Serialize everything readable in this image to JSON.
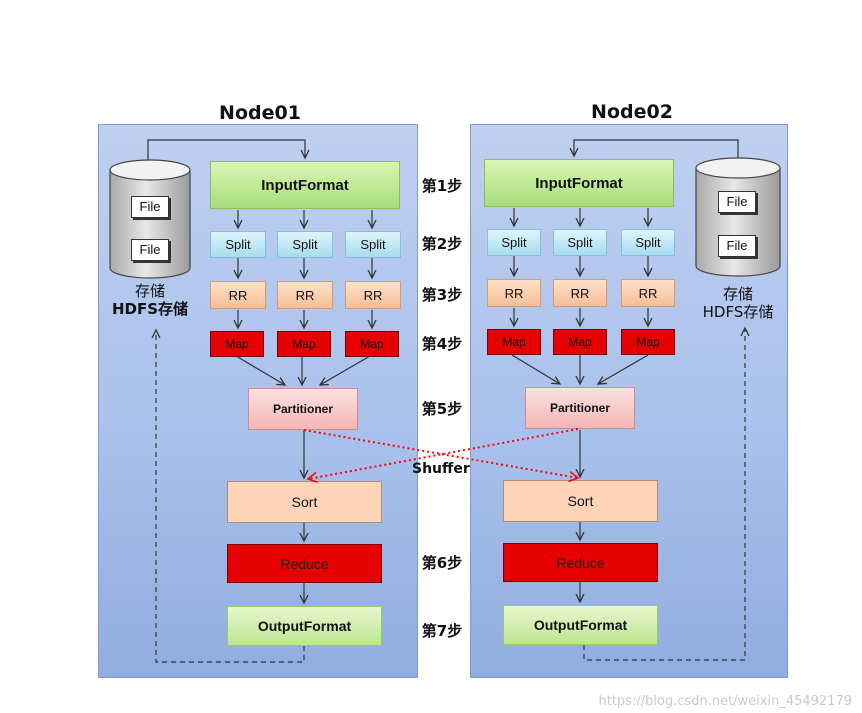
{
  "nodes": [
    {
      "title": "Node01",
      "input_format": "InputFormat",
      "splits": [
        "Split",
        "Split",
        "Split"
      ],
      "rrs": [
        "RR",
        "RR",
        "RR"
      ],
      "maps": [
        "Map",
        "Map",
        "Map"
      ],
      "partitioner": "Partitioner",
      "sort": "Sort",
      "reduce": "Reduce",
      "output_format": "OutputFormat",
      "storage": {
        "files": [
          "File",
          "File"
        ],
        "label_line1": "存储",
        "label_line2": "HDFS存储"
      }
    },
    {
      "title": "Node02",
      "input_format": "InputFormat",
      "splits": [
        "Split",
        "Split",
        "Split"
      ],
      "rrs": [
        "RR",
        "RR",
        "RR"
      ],
      "maps": [
        "Map",
        "Map",
        "Map"
      ],
      "partitioner": "Partitioner",
      "sort": "Sort",
      "reduce": "Reduce",
      "output_format": "OutputFormat",
      "storage": {
        "files": [
          "File",
          "File"
        ],
        "label_line1": "存储",
        "label_line2": "HDFS存储"
      }
    }
  ],
  "steps": [
    "第1步",
    "第2步",
    "第3步",
    "第4步",
    "第5步",
    "第6步",
    "第7步"
  ],
  "shuffle_label": "Shuffer",
  "watermark": "https://blog.csdn.net/weixin_45492179",
  "colors": {
    "panel": "#a9c1ec",
    "map_reduce": "#e60000",
    "shuffle_line": "#ff0000",
    "arrow": "#333333"
  }
}
